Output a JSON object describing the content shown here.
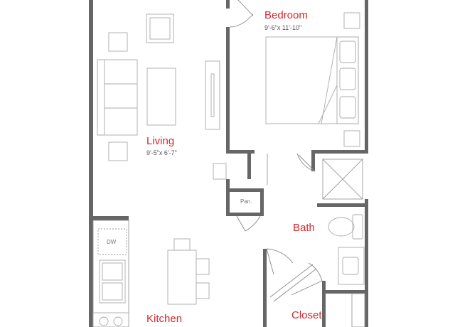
{
  "rooms": {
    "bedroom": {
      "name": "Bedroom",
      "dimensions": "9'-6\"x 11'-10\""
    },
    "living": {
      "name": "Living",
      "dimensions": "9'-5\"x 6'-7\""
    },
    "bath": {
      "name": "Bath"
    },
    "kitchen": {
      "name": "Kitchen"
    },
    "closet": {
      "name": "Closet"
    }
  },
  "fixtures": {
    "pantry": "Pan.",
    "dishwasher": "DW"
  },
  "colors": {
    "wall": "#666666",
    "furniture_line": "#aaaaaa",
    "room_label": "#d7262e"
  }
}
